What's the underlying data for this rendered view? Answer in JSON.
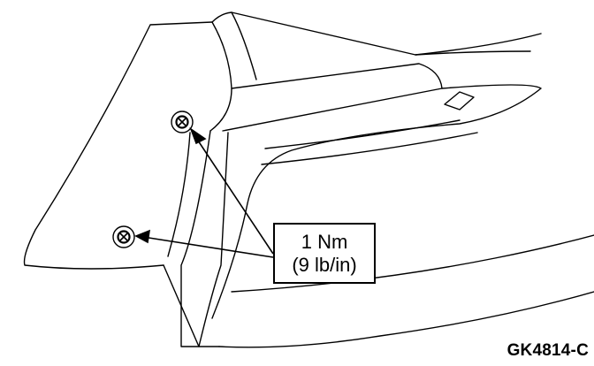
{
  "callout": {
    "torque_metric": "1 Nm",
    "torque_imperial": "(9 lb/in)"
  },
  "figure_code": "GK4814-C"
}
